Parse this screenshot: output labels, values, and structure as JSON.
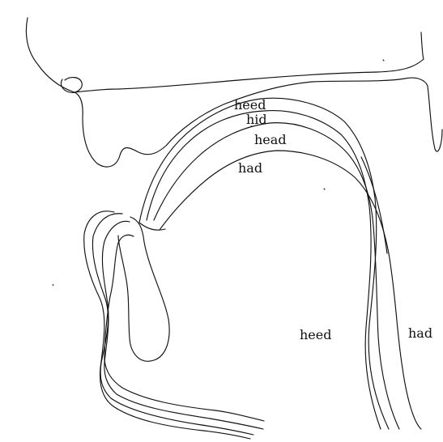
{
  "labels": {
    "top_heed": "heed",
    "top_hid": "hid",
    "top_head": "head",
    "top_had": "had",
    "bottom_heed": "heed",
    "bottom_had": "had"
  },
  "colors": {
    "line": "#111111",
    "background": "#ffffff"
  }
}
